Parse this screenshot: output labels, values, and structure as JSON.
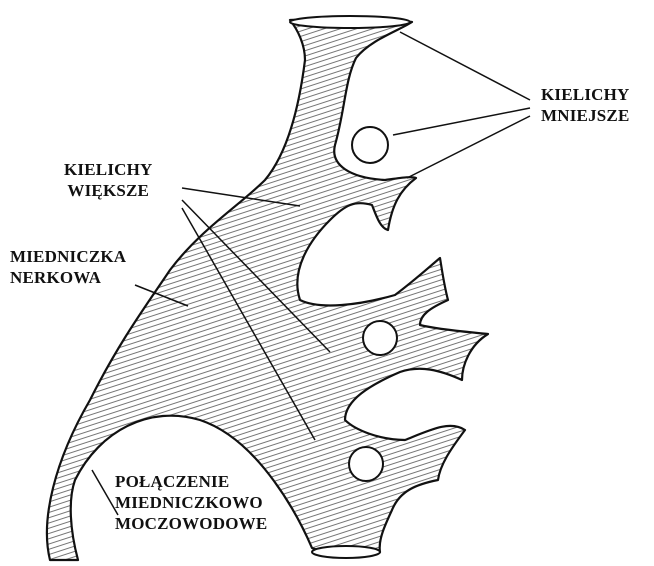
{
  "labels": {
    "minor_calyces": {
      "line1": "KIELICHY",
      "line2": "MNIEJSZE"
    },
    "major_calyces": {
      "line1": "KIELICHY",
      "line2": "WIĘKSZE"
    },
    "renal_pelvis": {
      "line1": "MIEDNICZKA",
      "line2": "NERKOWA"
    },
    "ureteropelvic_junction": {
      "line1": "POŁĄCZENIE",
      "line2": "MIEDNICZKOWO",
      "line3": "MOCZOWODOWE"
    }
  },
  "colors": {
    "ink": "#111111",
    "background": "#ffffff",
    "hatch": "#555555"
  }
}
